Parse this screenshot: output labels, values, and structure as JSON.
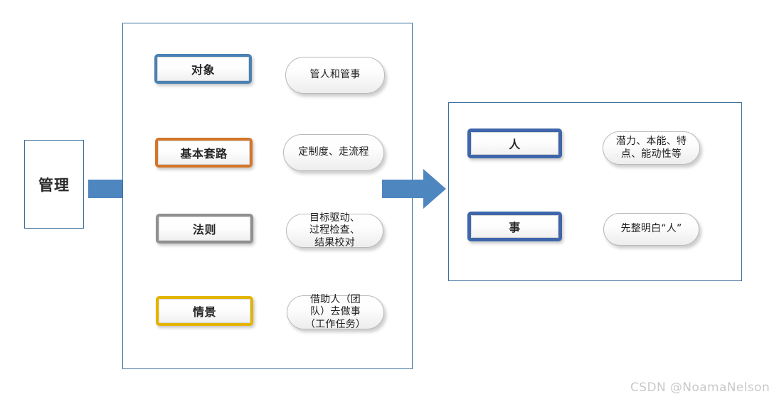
{
  "diagram": {
    "entry": {
      "label": "管理"
    },
    "arrows": [
      {
        "name": "arrow-entry-to-management",
        "color": "#4E86C0"
      },
      {
        "name": "arrow-management-to-object",
        "color": "#4E86C0"
      }
    ],
    "left_group": {
      "rows": [
        {
          "chip_label": "对象",
          "chip_border_color": "#4A81B4",
          "pill_label": "管人和管事"
        },
        {
          "chip_label": "基本套路",
          "chip_border_color": "#D4762A",
          "pill_label": "定制度、走流程"
        },
        {
          "chip_label": "法则",
          "chip_border_color": "#909090",
          "pill_label": "目标驱动、\n过程检查、\n结果校对"
        },
        {
          "chip_label": "情景",
          "chip_border_color": "#E3B400",
          "pill_label": "借助人（团\n队）去做事\n（工作任务）"
        }
      ]
    },
    "right_group": {
      "rows": [
        {
          "chip_label": "人",
          "chip_border_color": "#3F66AB",
          "pill_label": "潜力、本能、特\n点、能动性等"
        },
        {
          "chip_label": "事",
          "chip_border_color": "#3F66AB",
          "pill_label": "先整明白“人”"
        }
      ]
    },
    "container_border_color": "#3B6E9B"
  },
  "watermark": {
    "text": "CSDN @NoamaNelson"
  }
}
